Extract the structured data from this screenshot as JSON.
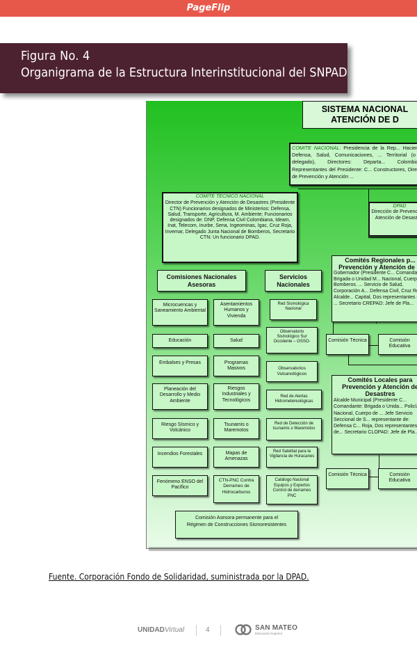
{
  "header": {
    "brand": "PageFlip"
  },
  "figure": {
    "number": "Figura No. 4",
    "title": "Organigrama de la Estructura Interinstitucional del SNPAD"
  },
  "chart": {
    "sistema": {
      "l1": "SISTEMA NACIONAL",
      "l2": "ATENCIÓN DE D"
    },
    "comite_nacional": {
      "head": "COMITE NACIONAL:",
      "text": "Presidencia de la Rep... Hacienda, Defensa, Salud, Comunicaciones, ... Territorial (o su delegado), Directores: Departa... Colombiana. Representantes del Presidente: C... Constructores, Director de Prevención y Atención ..."
    },
    "comite_tecnico": {
      "head": "COMITE TECNICO NACIONAL",
      "text": "Director de Prevención y Atención de Desastres (Presidente CTN) Funcionarios designados de Ministerios: Defensa, Salud, Transporte, Agricultura, M. Ambiente; Funcionarios designados de: DNP, Defensa Civil Colombiana, Ideam, Inat, Telecom, Inurbe, Sena, Ingeominas, Igac, Cruz Roja, Invemar, Delegado Junta Nacional de Bomberos, Secretario CTN: Un funcionario DPAD."
    },
    "dpad": {
      "head": "DPAD",
      "text": "Dirección de Prevención y Atención de Desastres"
    },
    "regionales": {
      "head": "Comités Regionales p... Prevención y Atención de ...",
      "text": "Gobernador (Presidente C... Comandante: Brigada o Unidad M... Nacional, Cuerpo de Bomberos. ... Servicio de Salud, Corporación A... Defensa Civil, Cruz Roja, Alcalde... Capital, Dos representantes del ... Secretario CREPAD: Jefe de Pla..."
    },
    "locales": {
      "head": "Comités Locales para Prevención y Atención de Desastres",
      "text": "Alcalde Municipal (Presidente C... Comandante: Brigada o Unida... Policía Nacional, Cuerpo de ... Jefe Servicio Seccional de S... representante de: Defensa C... Roja, Dos representantes de... Secretario CLOPAD: Jefe de Pla..."
    },
    "comisiones_head": "Comisiones Nacionales Asesoras",
    "servicios_head": "Servicios Nacionales",
    "col1": [
      "Microcuencas y Saneamiento Ambiental",
      "Educación",
      "Embalses y Presas",
      "Planeación del Desarrollo y Medio Ambiente",
      "Riesgo Sísmico y Volcánico",
      "Incendios Forestales",
      "Fenómeno ENSO del Pacífico"
    ],
    "col2": [
      "Asentamientos Humanos y Vivienda",
      "Salud",
      "Programas Masivos",
      "Riesgos Industriales y Tecnológicos",
      "Tsunamis o Maremotos",
      "Mapas de Amenazas",
      "CTN-PNC Contra Derrames de Hidrocarburos"
    ],
    "col3": [
      "Red Sismológica Nacional",
      "Observatorio Sismológico Sur Occidente – OSSO-",
      "Observatorios Vulcanológicos",
      "Red de Alertas Hidrometereológicas",
      "Red de Detección de tsunamis o Maremotos",
      "Red Satelital para la Vigilancia de Huracanes",
      "Catálogo Nacional Equipos y Expertos Control de derrames PNC"
    ],
    "comision_asesora": "Comisión Asesora permanente para el Régimen de Construcciones Sismoresistentes",
    "reg_tecnica": "Comisión Técnica",
    "reg_educativa": "Comisión Educativa",
    "loc_tecnica": "Comisión Técnica",
    "loc_educativa": "Comisión Educativa"
  },
  "caption": "Fuente. Corporación Fondo de Solidaridad, suministrada por la DPAD.",
  "footer": {
    "brand_bold": "UNIDAD",
    "brand_italic": "Virtual",
    "page": "4",
    "logo_name": "SAN MATEO",
    "logo_sub": "Educación Superior"
  }
}
